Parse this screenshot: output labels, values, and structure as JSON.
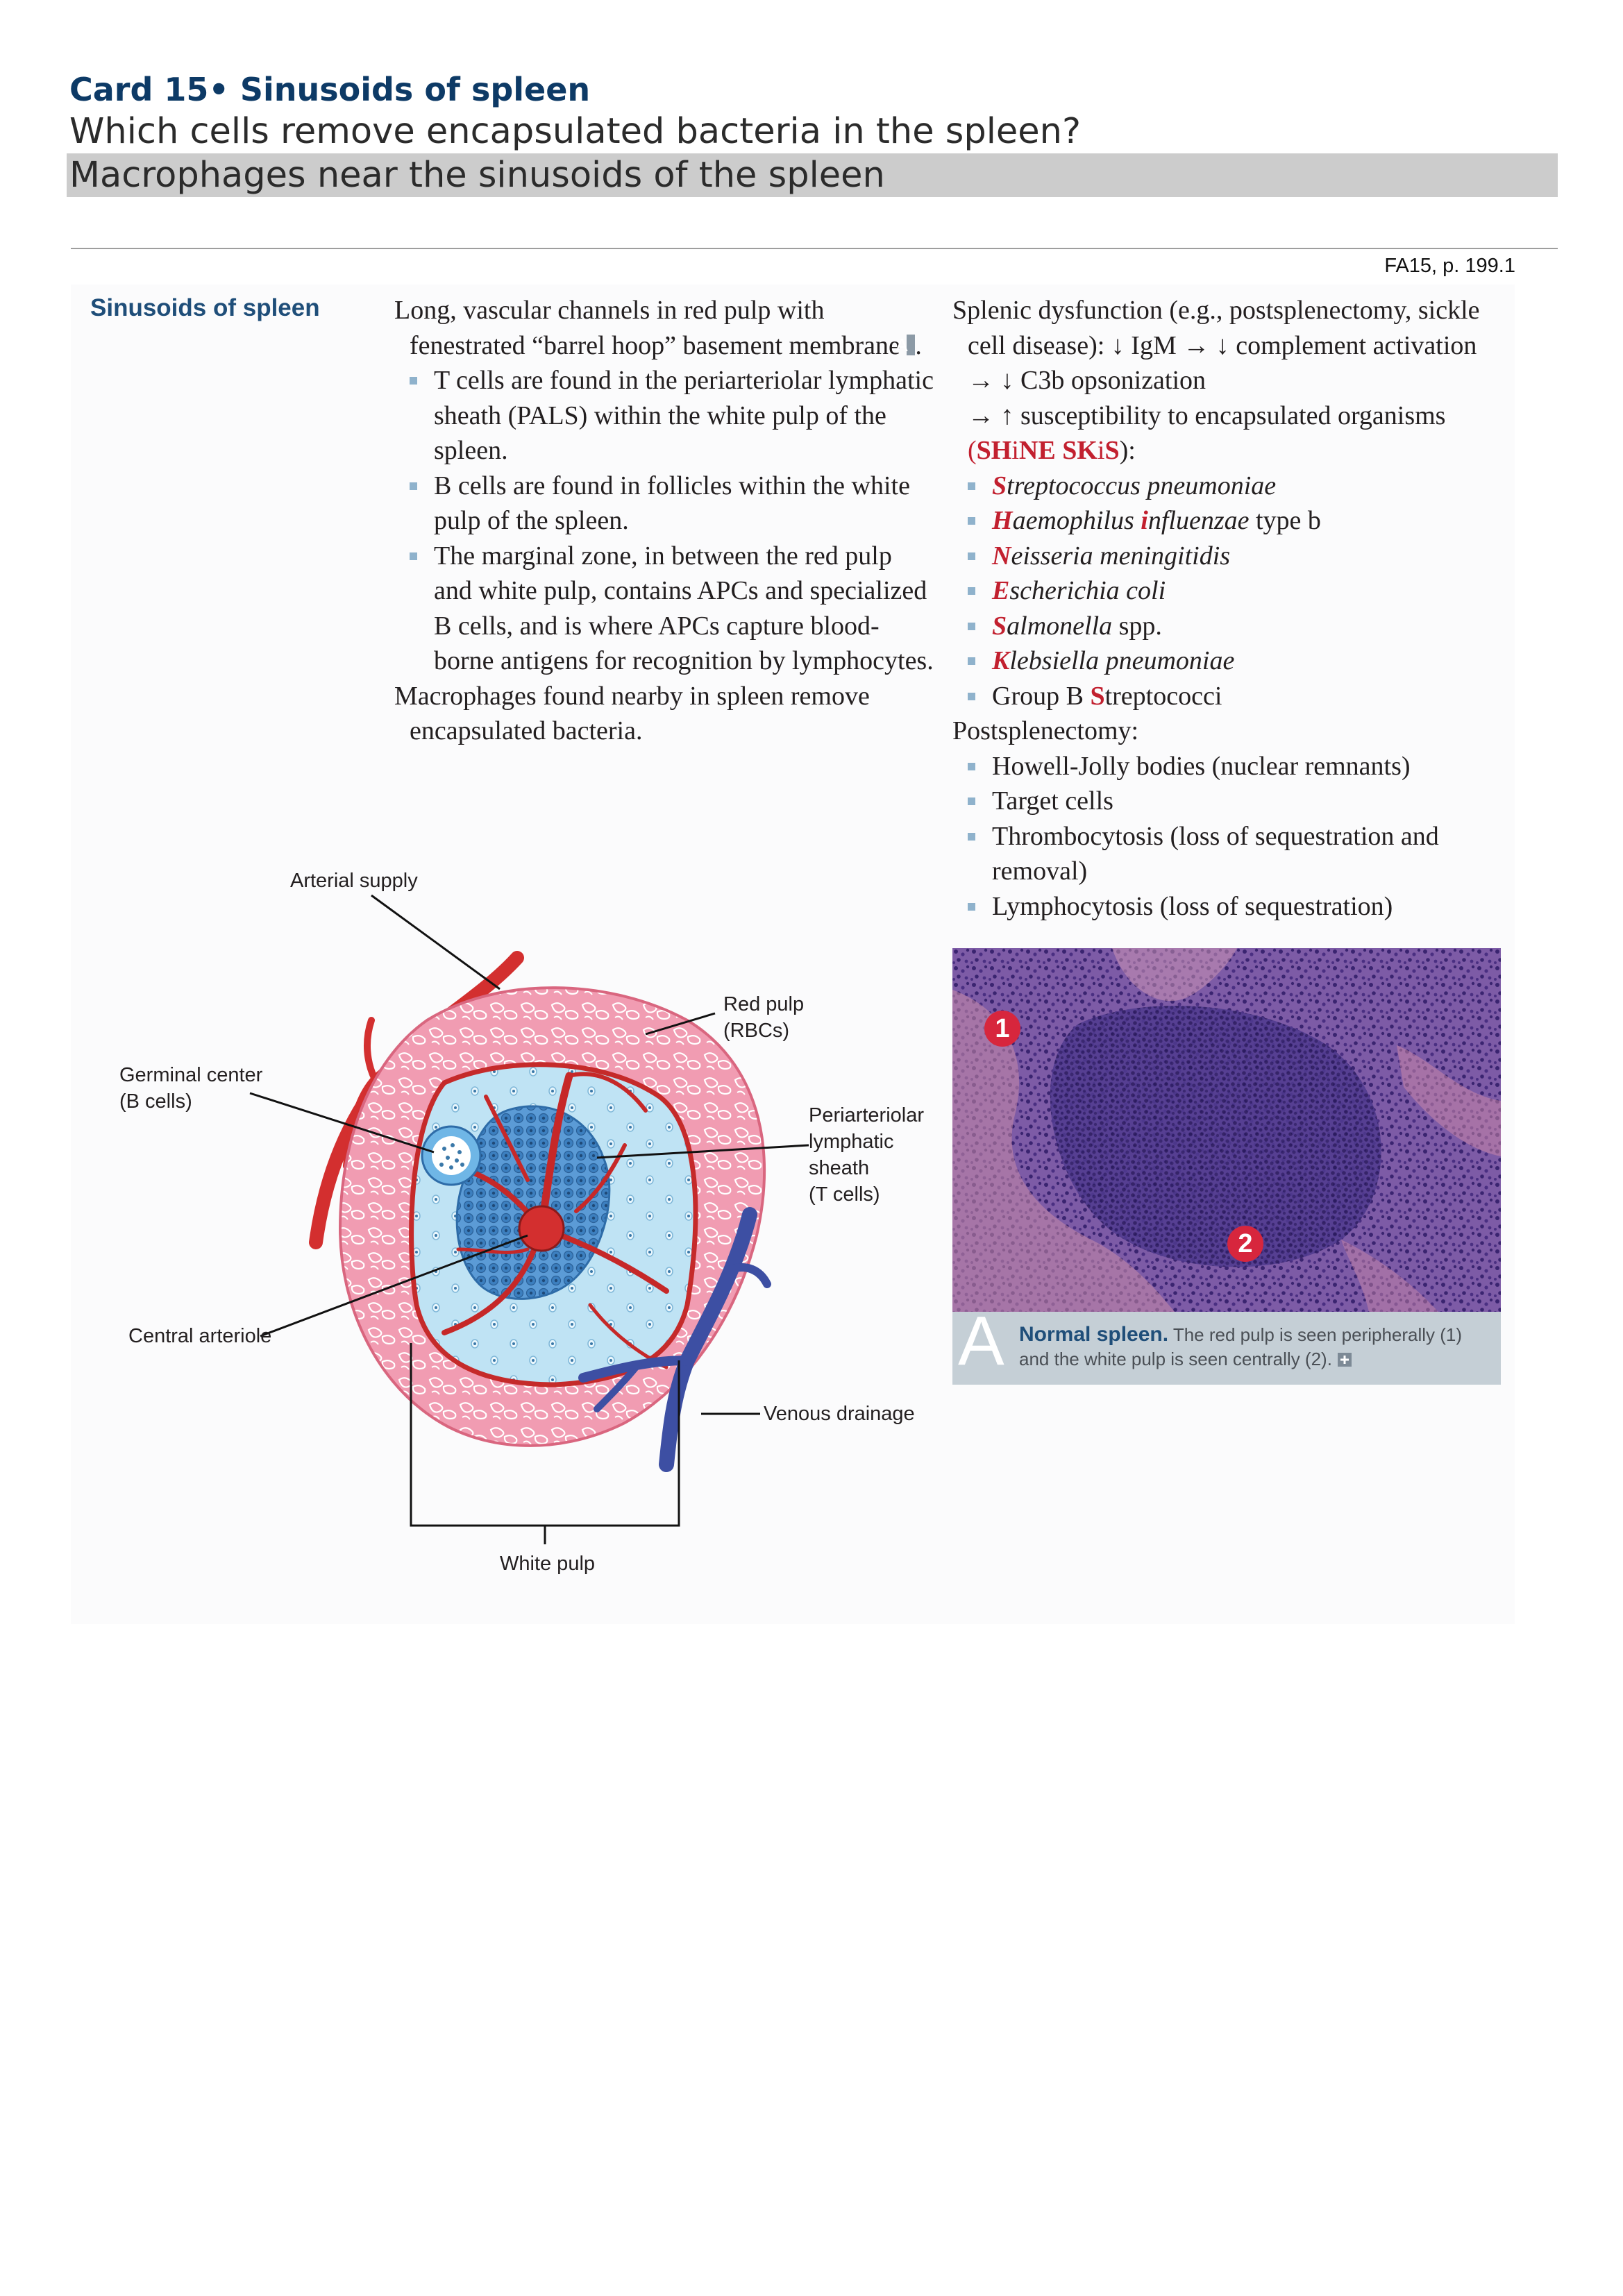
{
  "card": {
    "title": "Card 15• Sinusoids of spleen",
    "question": "Which cells remove encapsulated bacteria in the spleen?",
    "answer": "Macrophages near the sinusoids of the spleen"
  },
  "reference": "FA15, p. 199.1",
  "section": {
    "heading": "Sinusoids of spleen",
    "intro": {
      "text": "Long, vascular channels in red pulp with fenestrated “barrel hoop” basement membrane ",
      "figure_ref": "A",
      "end": "."
    },
    "bullets": [
      "T cells are found in the periarteriolar lymphatic sheath (PALS) within the white pulp of the spleen.",
      "B cells are found in follicles within the white pulp of the spleen.",
      "The marginal zone, in between the red pulp and white pulp, contains APCs and specialized B cells, and is where APCs capture blood-borne antigens for recognition by lymphocytes."
    ],
    "macrophage_text": "Macrophages found nearby in spleen remove encapsulated bacteria."
  },
  "dysfunction": {
    "line1": "Splenic dysfunction (e.g., postsplenectomy, sickle cell disease): ↓ IgM → ↓ complement activation → ↓ C3b opsonization",
    "line2": "→ ↑ susceptibility to encapsulated organisms",
    "mnemonic": {
      "open": "(",
      "s1": "SH",
      "i": "i",
      "ne": "NE SK",
      "i2": "i",
      "s2": "S",
      "close": "):"
    },
    "organisms": [
      {
        "first": "S",
        "rest": "treptococcus pneumoniae"
      },
      {
        "first": "H",
        "rest": "aemophilus ",
        "second": "i",
        "rest2": "nfluenzae",
        "plain": " type b"
      },
      {
        "first": "N",
        "rest": "eisseria meningitidis"
      },
      {
        "first": "E",
        "rest": "scherichia coli"
      },
      {
        "first": "S",
        "rest": "almonella",
        "plain": " spp."
      },
      {
        "first": "K",
        "rest": "lebsiella pneumoniae"
      }
    ],
    "group_b": {
      "pre": "Group B ",
      "letter": "S",
      "post": "treptococci"
    },
    "postsplenectomy_title": "Postsplenectomy:",
    "postsplenectomy": [
      "Howell-Jolly bodies (nuclear remnants)",
      "Target cells",
      "Thrombocytosis (loss of sequestration and removal)",
      "Lymphocytosis (loss of sequestration)"
    ]
  },
  "diagram": {
    "arterial": "Arterial supply",
    "red_pulp": [
      "Red pulp",
      "(RBCs)"
    ],
    "germinal": [
      "Germinal center",
      "(B cells)"
    ],
    "pals": [
      "Periarteriolar",
      "lymphatic",
      "sheath",
      "(T cells)"
    ],
    "central": "Central arteriole",
    "venous": "Venous drainage",
    "white_pulp": "White pulp"
  },
  "micrograph": {
    "marker1": "1",
    "marker2": "2",
    "label": "A",
    "caption_bold": "Normal spleen.",
    "caption": " The red pulp is seen peripherally (1) and the white pulp is seen centrally (2).",
    "caption_icon": "plus-box-icon"
  }
}
